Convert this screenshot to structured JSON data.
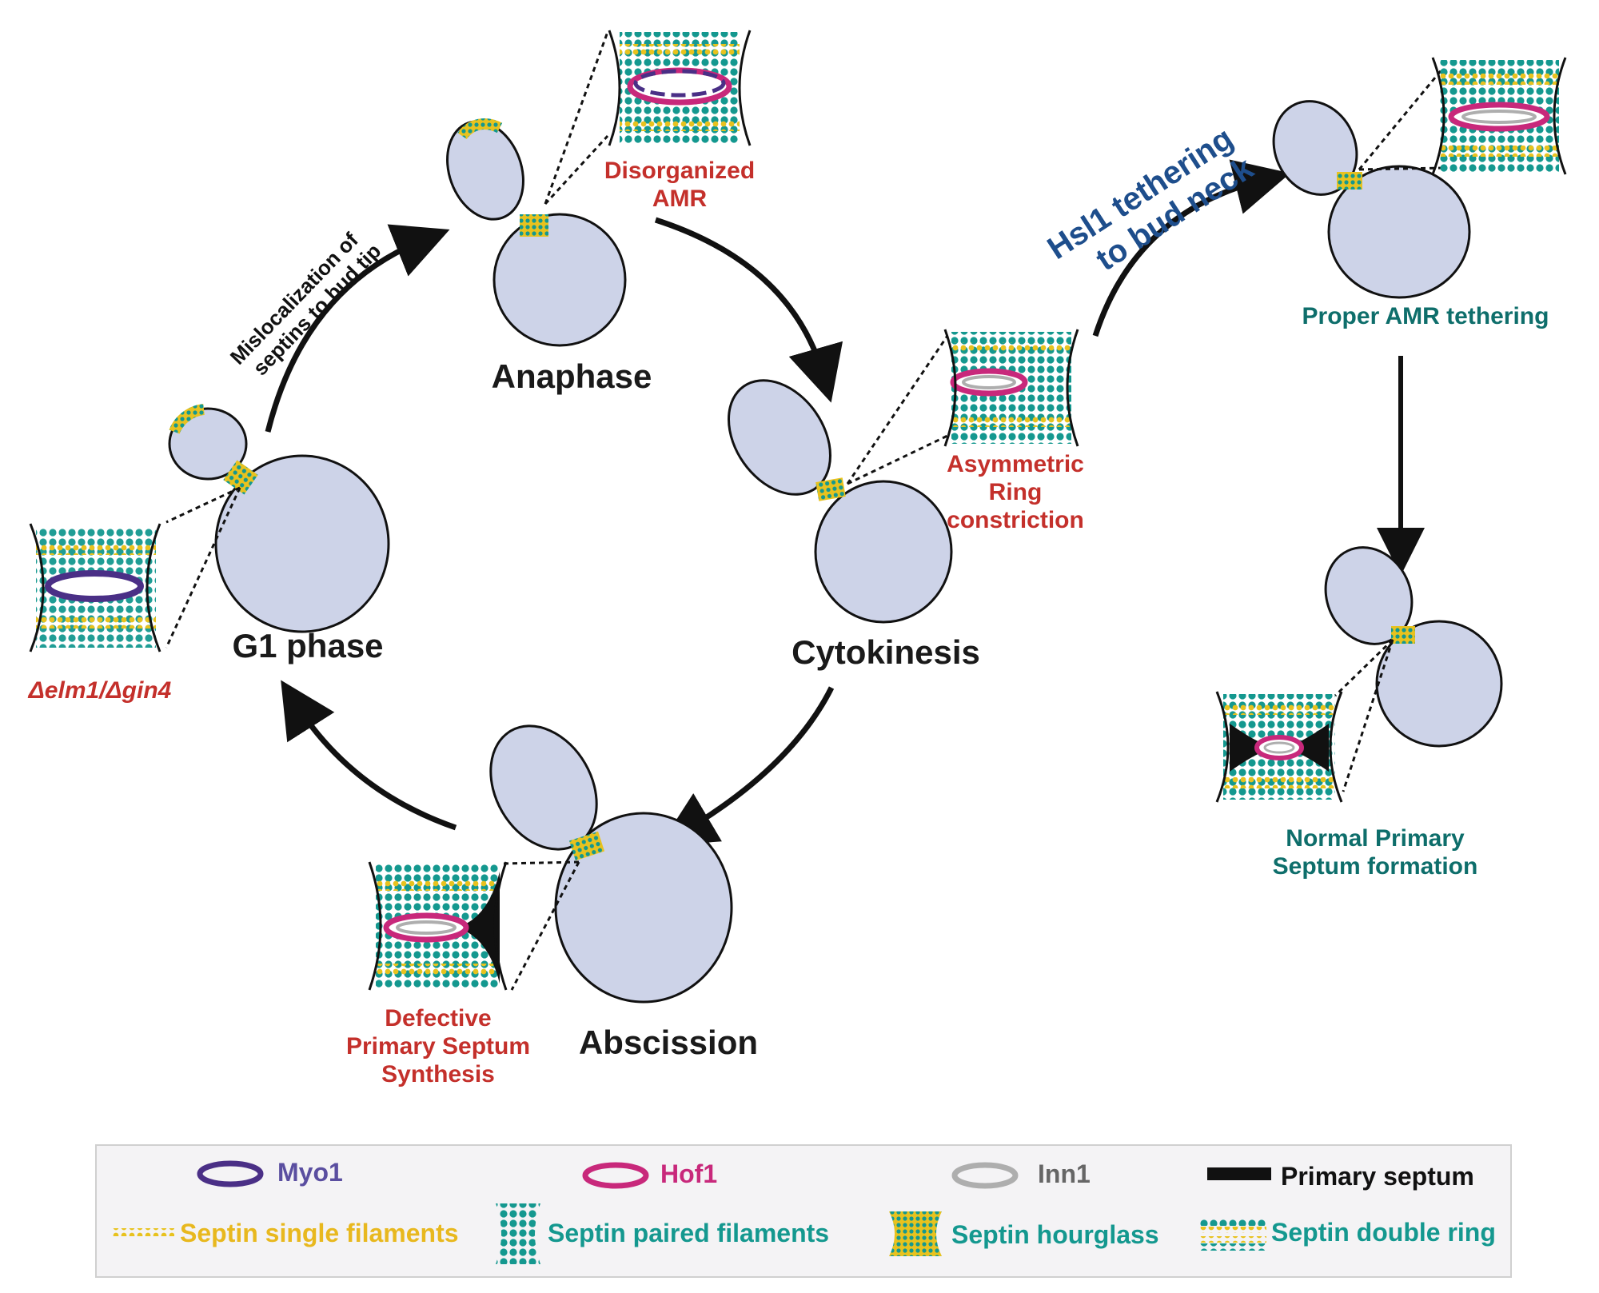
{
  "stages": {
    "g1": "G1 phase",
    "anaphase": "Anaphase",
    "cytokinesis": "Cytokinesis",
    "abscission": "Abscission"
  },
  "arrows": {
    "mislocalization_line1": "Mislocalization of",
    "mislocalization_line2": "septins to bud tip",
    "hsl1_line1": "Hsl1 tethering",
    "hsl1_line2": "to bud neck"
  },
  "callouts": {
    "mutant": "Δelm1/Δgin4",
    "disorganized_line1": "Disorganized",
    "disorganized_line2": "AMR",
    "asymmetric_line1": "Asymmetric",
    "asymmetric_line2": "Ring",
    "asymmetric_line3": "constriction",
    "defective_line1": "Defective",
    "defective_line2": "Primary Septum",
    "defective_line3": "Synthesis",
    "proper": "Proper AMR tethering",
    "normal_line1": "Normal Primary",
    "normal_line2": "Septum formation"
  },
  "legend": {
    "myo1": "Myo1",
    "hof1": "Hof1",
    "inn1": "Inn1",
    "primary_septum": "Primary septum",
    "single_filaments": "Septin single filaments",
    "paired_filaments": "Septin paired filaments",
    "hourglass": "Septin hourglass",
    "double_ring": "Septin double ring"
  },
  "colors": {
    "cell_fill": "#cdd3e8",
    "septin_teal": "#14988f",
    "septin_yellow": "#e8c21e",
    "myo1": "#4a2f86",
    "hof1": "#c8287b",
    "inn1": "#aeaeae",
    "primary_septum": "#111111",
    "red_text": "#c4302b",
    "teal_text": "#0e6e6b",
    "blue_text": "#1e4e8c",
    "legend_bg": "#f4f3f5"
  }
}
